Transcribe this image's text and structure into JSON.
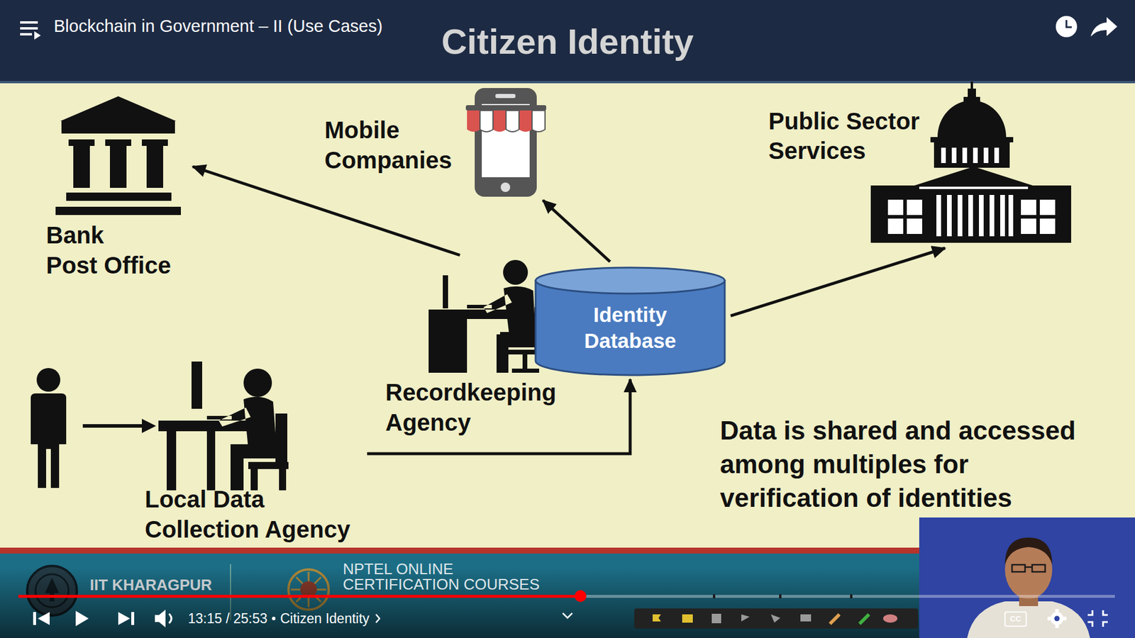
{
  "diagram": {
    "title": "Citizen Identity",
    "nodes": [
      {
        "text": [
          "Bank",
          "Post Office"
        ]
      },
      {
        "text": [
          "Mobile Companies"
        ]
      },
      {
        "text": [
          "Public Sector Services"
        ]
      },
      {
        "text": [
          "Identity Database"
        ]
      },
      {
        "text": [
          "Recordkeeping Agency"
        ]
      },
      {
        "text": [
          "Local Data Collection Agency"
        ]
      }
    ],
    "edges": [
      {
        "from": 5,
        "to": 3,
        "arrow": "to"
      },
      {
        "from": 4,
        "to": 0,
        "arrow": "to"
      },
      {
        "from": 3,
        "to": 1,
        "arrow": "to"
      },
      {
        "from": 3,
        "to": 2,
        "arrow": "to"
      }
    ],
    "labels": [
      "Blockchain in Government – II (Use Cases)",
      "Data is shared and accessed among multiples for verification of identities",
      "IIT KHARAGPUR",
      "NPTEL ONLINE CERTIFICATION COURSES",
      "13:15 / 25:53",
      "Citizen Identity",
      "CC"
    ]
  }
}
